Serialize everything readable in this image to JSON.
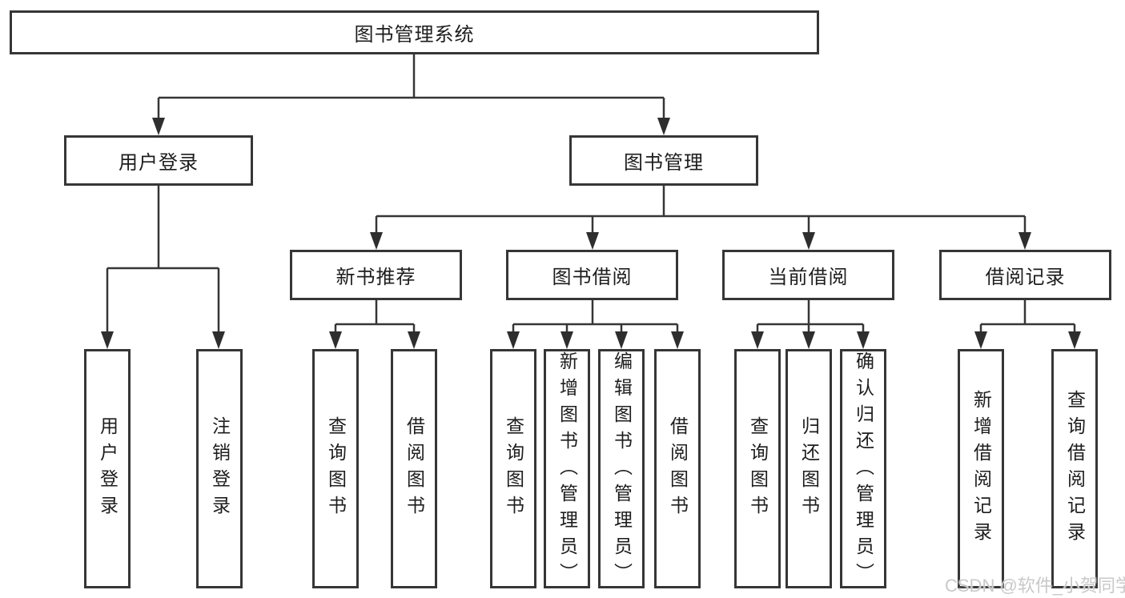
{
  "diagram": {
    "root": "图书管理系统",
    "level2": [
      "用户登录",
      "图书管理"
    ],
    "level3": [
      "新书推荐",
      "图书借阅",
      "当前借阅",
      "借阅记录"
    ],
    "leaves": {
      "user_login": [
        "用户登录",
        "注销登录"
      ],
      "new_book": [
        "查询图书",
        "借阅图书"
      ],
      "book_borrow": [
        "查询图书",
        "新增图书（管理员）",
        "编辑图书（管理员）",
        "借阅图书"
      ],
      "current_borrow": [
        "查询图书",
        "归还图书",
        "确认归还（管理员）"
      ],
      "borrow_records": [
        "新增借阅记录",
        "查询借阅记录"
      ]
    },
    "watermark": "CSDN @软件_小贺同学",
    "colors": {
      "line": "#363636",
      "box_border": "#363636",
      "text": "#1d1d1d",
      "watermark": "#c9c9c9",
      "background": "#ffffff"
    }
  }
}
